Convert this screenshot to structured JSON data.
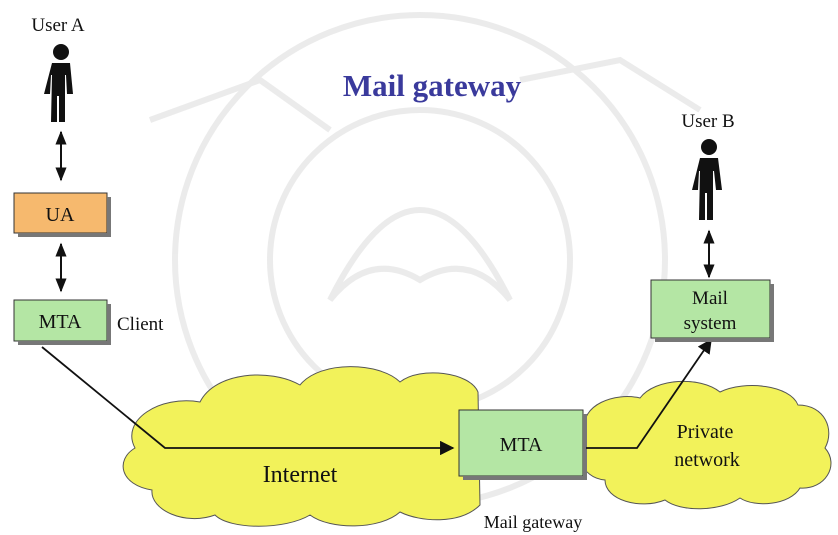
{
  "title": "Mail gateway",
  "users": {
    "a": "User A",
    "b": "User B"
  },
  "boxes": {
    "ua": "UA",
    "mta_client": "MTA",
    "mta_gateway": "MTA",
    "mail_system_line1": "Mail",
    "mail_system_line2": "system"
  },
  "labels": {
    "client": "Client",
    "internet": "Internet",
    "private_network_line1": "Private",
    "private_network_line2": "network",
    "mail_gateway": "Mail gateway"
  },
  "colors": {
    "title": "#3a3a9c",
    "ua_box": "#f6b96e",
    "mta_box": "#b4e6a4",
    "cloud": "#f2f25a"
  },
  "icons": [
    "person-icon"
  ]
}
